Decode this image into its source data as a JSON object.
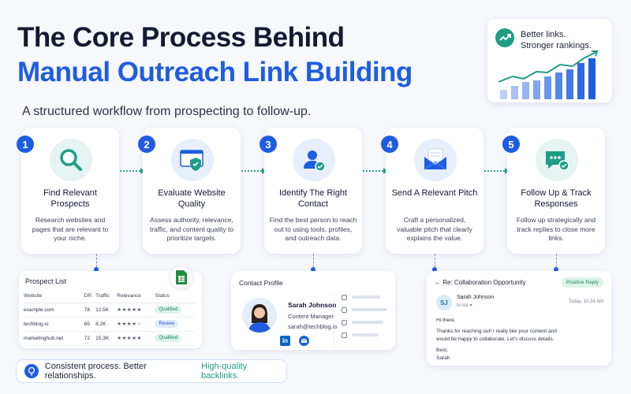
{
  "header": {
    "title_line1": "The Core Process Behind",
    "title_line2": "Manual Outreach Link Building",
    "subtitle": "A structured workflow from prospecting to follow-up."
  },
  "hero": {
    "line1": "Better links.",
    "line2": "Stronger rankings.",
    "accent": "#1f5de0"
  },
  "steps": [
    {
      "num": "1",
      "title": "Find Relevant Prospects",
      "desc": "Research websites and pages that are relevant to your niche.",
      "icon": "search-icon"
    },
    {
      "num": "2",
      "title": "Evaluate Website Quality",
      "desc": "Assess authority, relevance, traffic, and content quality to prioritize targets.",
      "icon": "shield-check-icon"
    },
    {
      "num": "3",
      "title": "Identify The Right Contact",
      "desc": "Find the best person to reach out to using tools, profiles, and outreach data.",
      "icon": "user-check-icon"
    },
    {
      "num": "4",
      "title": "Send A Relevant Pitch",
      "desc": "Craft a personalized, valuable pitch that clearly explains the value.",
      "icon": "mail-icon"
    },
    {
      "num": "5",
      "title": "Follow Up & Track Responses",
      "desc": "Follow up strategically and track replies to close more links.",
      "icon": "chat-check-icon"
    }
  ],
  "prospect_list": {
    "title": "Prospect List",
    "columns": [
      "Website",
      "DR",
      "Traffic",
      "Relevance",
      "Status"
    ],
    "rows": [
      {
        "site": "example.com",
        "dr": "78",
        "traffic": "12.5K",
        "stars": "★★★★★",
        "status": "Qualified"
      },
      {
        "site": "techblog.io",
        "dr": "65",
        "traffic": "8.2K",
        "stars": "★★★★☆",
        "status": "Review"
      },
      {
        "site": "marketinghub.net",
        "dr": "72",
        "traffic": "15.3K",
        "stars": "★★★★★",
        "status": "Qualified"
      }
    ]
  },
  "contact": {
    "title": "Contact Profile",
    "name": "Sarah Johnson",
    "role": "Content Manager",
    "email": "sarah@techblog.io",
    "linkedin": "in"
  },
  "email": {
    "subject": "Re: Collaboration Opportunity",
    "badge": "Positive Reply",
    "initials": "SJ",
    "from": "Sarah Johnson",
    "to": "to me ▾",
    "time": "Today, 10:24 AM",
    "body": [
      "Hi there,",
      "Thanks for reaching out! I really like your content and",
      "would be happy to collaborate. Let's discuss details.",
      "Best,",
      "Sarah"
    ]
  },
  "footer": {
    "text": "Consistent process. Better relationships.",
    "highlight": "High-quality backlinks."
  }
}
